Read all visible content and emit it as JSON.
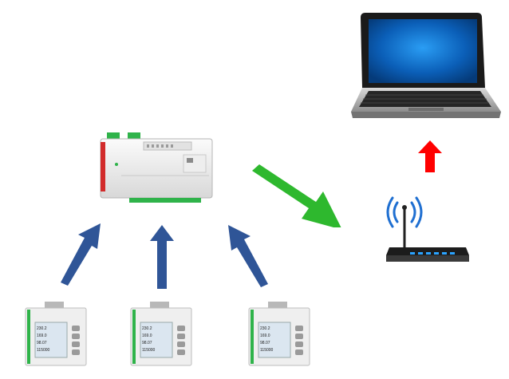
{
  "diagram": {
    "nodes": [
      {
        "id": "laptop",
        "icon": "laptop-icon"
      },
      {
        "id": "wifi-router",
        "icon": "wifi-router-icon"
      },
      {
        "id": "gateway",
        "icon": "din-rail-gateway-icon"
      },
      {
        "id": "power-meter-1",
        "icon": "power-meter-icon"
      },
      {
        "id": "power-meter-2",
        "icon": "power-meter-icon"
      },
      {
        "id": "power-meter-3",
        "icon": "power-meter-icon"
      }
    ],
    "arrows": [
      {
        "from": "power-meter-1",
        "to": "gateway",
        "color": "#2f5597"
      },
      {
        "from": "power-meter-2",
        "to": "gateway",
        "color": "#2f5597"
      },
      {
        "from": "power-meter-3",
        "to": "gateway",
        "color": "#2f5597"
      },
      {
        "from": "gateway",
        "to": "wifi-router",
        "color": "#2eb82e"
      },
      {
        "from": "wifi-router",
        "to": "laptop",
        "color": "#ff0000"
      }
    ],
    "meter_lines": [
      {
        "v": "230.2"
      },
      {
        "v": "169.0"
      },
      {
        "v": "98.07"
      },
      {
        "v": "115000"
      }
    ]
  }
}
